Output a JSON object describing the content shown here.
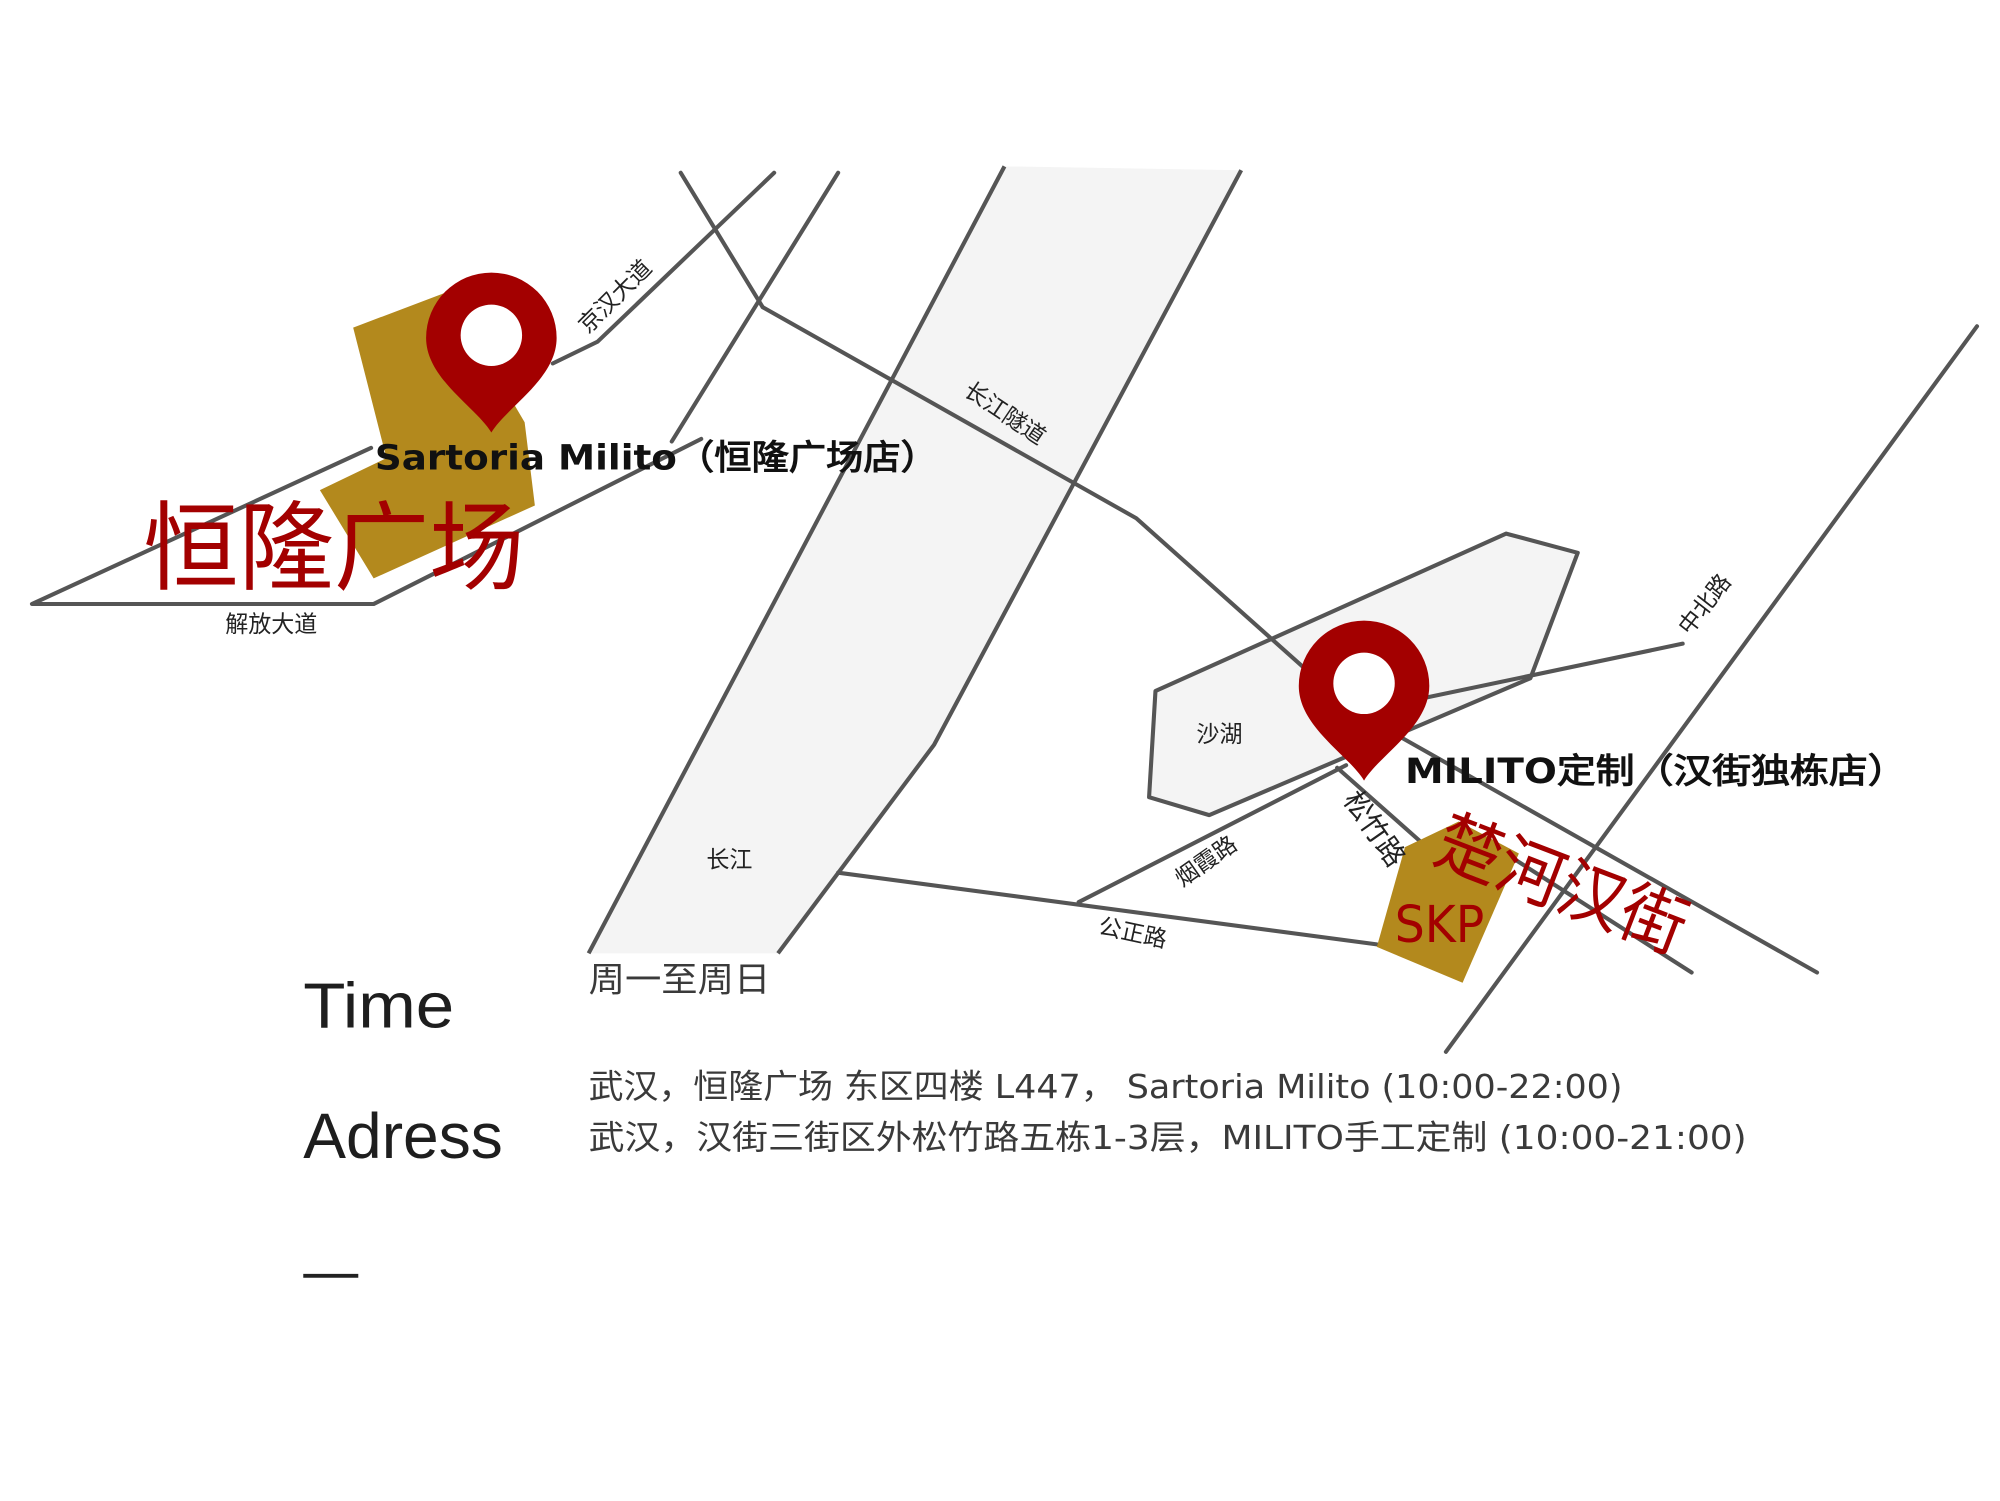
{
  "map": {
    "stores": [
      {
        "label": "Sartoria Milito（恒隆广场店）",
        "area": "恒隆广场"
      },
      {
        "label": "MILITO定制（汉街独栋店）",
        "area": "楚河汉街",
        "mall": "SKP"
      }
    ],
    "roads": {
      "jiefang": "解放大道",
      "jinghan": "京汉大道",
      "changjiang_tunnel": "长江隧道",
      "zhongbei": "中北路",
      "songzhu": "松竹路",
      "yanxia": "烟霞路",
      "gongzheng": "公正路"
    },
    "water": {
      "river": "长江",
      "lake": "沙湖"
    },
    "icons": {
      "store_marker": "map-pin-icon"
    }
  },
  "info": {
    "time_label": "Time",
    "time_value": "周一至周日",
    "address_label": "Adress",
    "addresses": [
      "武汉，恒隆广场 东区四楼 L447， Sartoria Milito (10:00-22:00)",
      "武汉，汉街三街区外松竹路五栋1-3层，MILITO手工定制 (10:00-21:00)"
    ]
  },
  "colors": {
    "pin": "#a30000",
    "landmark": "#b3891d",
    "accent": "#a30000",
    "road": "#555555",
    "water": "#f4f4f4"
  }
}
